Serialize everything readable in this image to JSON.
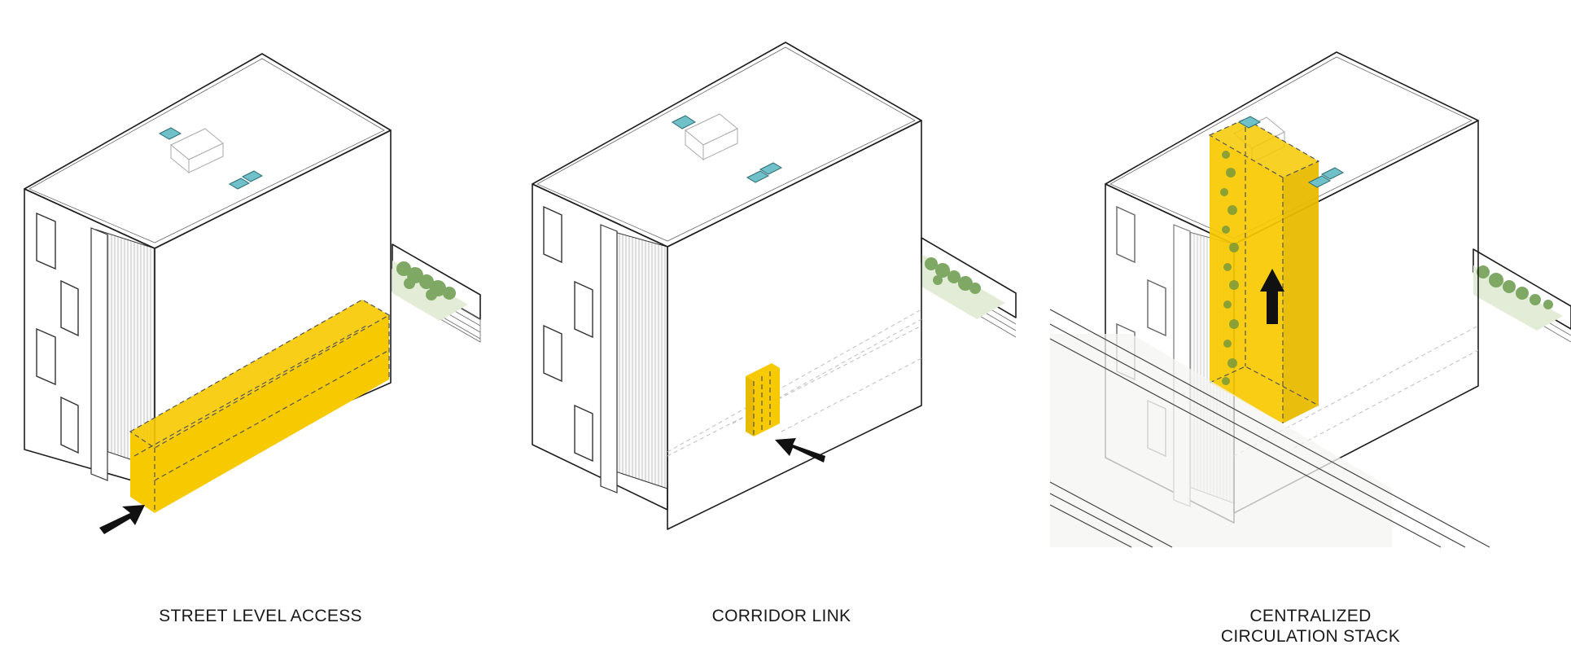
{
  "diagram": {
    "panels": [
      {
        "caption": "STREET LEVEL ACCESS"
      },
      {
        "caption": "CORRIDOR LINK"
      },
      {
        "caption": "CENTRALIZED\nCIRCULATION STACK"
      }
    ]
  },
  "colors": {
    "highlight": "#f7c900",
    "highlight_stroke": "#d9a800",
    "skylight": "#6fc0c8",
    "greenery": "#7ea864",
    "lawn": "#e3ecd6",
    "facade": "#ffffff",
    "brick_side": "#f1f1f1",
    "outline": "#1d1d1d"
  },
  "icons": {
    "arrow": "arrow-icon",
    "skylight": "skylight-icon"
  }
}
